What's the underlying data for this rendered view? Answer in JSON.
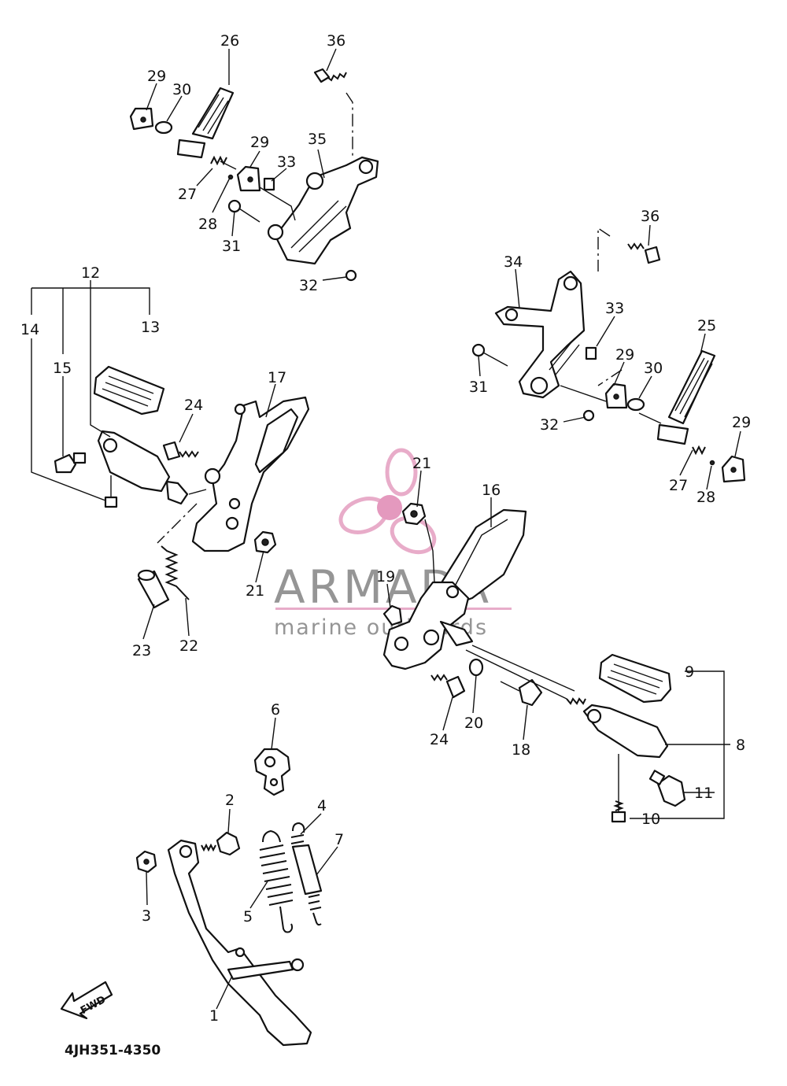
{
  "diagram": {
    "code": "4JH351-4350",
    "fwd_label": "FWD",
    "watermark": {
      "brand": "ARMADA",
      "tagline": "marine outboards"
    },
    "callouts": [
      {
        "id": "1",
        "text": "1"
      },
      {
        "id": "2",
        "text": "2"
      },
      {
        "id": "3",
        "text": "3"
      },
      {
        "id": "4",
        "text": "4"
      },
      {
        "id": "5",
        "text": "5"
      },
      {
        "id": "6",
        "text": "6"
      },
      {
        "id": "7",
        "text": "7"
      },
      {
        "id": "8",
        "text": "8"
      },
      {
        "id": "9",
        "text": "9"
      },
      {
        "id": "10",
        "text": "10"
      },
      {
        "id": "11",
        "text": "11"
      },
      {
        "id": "12",
        "text": "12"
      },
      {
        "id": "13",
        "text": "13"
      },
      {
        "id": "14",
        "text": "14"
      },
      {
        "id": "15",
        "text": "15"
      },
      {
        "id": "16",
        "text": "16"
      },
      {
        "id": "17",
        "text": "17"
      },
      {
        "id": "18",
        "text": "18"
      },
      {
        "id": "19",
        "text": "19"
      },
      {
        "id": "20",
        "text": "20"
      },
      {
        "id": "21a",
        "text": "21"
      },
      {
        "id": "21b",
        "text": "21"
      },
      {
        "id": "22",
        "text": "22"
      },
      {
        "id": "23",
        "text": "23"
      },
      {
        "id": "24a",
        "text": "24"
      },
      {
        "id": "24b",
        "text": "24"
      },
      {
        "id": "25",
        "text": "25"
      },
      {
        "id": "26",
        "text": "26"
      },
      {
        "id": "27a",
        "text": "27"
      },
      {
        "id": "27b",
        "text": "27"
      },
      {
        "id": "28a",
        "text": "28"
      },
      {
        "id": "28b",
        "text": "28"
      },
      {
        "id": "29a",
        "text": "29"
      },
      {
        "id": "29b",
        "text": "29"
      },
      {
        "id": "29c",
        "text": "29"
      },
      {
        "id": "29d",
        "text": "29"
      },
      {
        "id": "30a",
        "text": "30"
      },
      {
        "id": "30b",
        "text": "30"
      },
      {
        "id": "31a",
        "text": "31"
      },
      {
        "id": "31b",
        "text": "31"
      },
      {
        "id": "32a",
        "text": "32"
      },
      {
        "id": "32b",
        "text": "32"
      },
      {
        "id": "33a",
        "text": "33"
      },
      {
        "id": "33b",
        "text": "33"
      },
      {
        "id": "34",
        "text": "34"
      },
      {
        "id": "35",
        "text": "35"
      },
      {
        "id": "36a",
        "text": "36"
      },
      {
        "id": "36b",
        "text": "36"
      }
    ]
  }
}
